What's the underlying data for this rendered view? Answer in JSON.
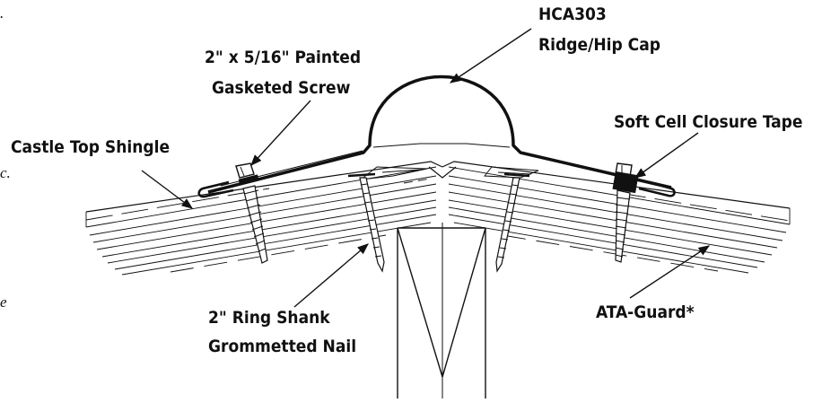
{
  "labels": {
    "cap_line1": "HCA303",
    "cap_line2": "Ridge/Hip Cap",
    "screw_line1": "2\" x 5/16\" Painted",
    "screw_line2": "Gasketed Screw",
    "closure_tape": "Soft Cell Closure Tape",
    "shingle": "Castle Top Shingle",
    "nail_line1": "2\" Ring Shank",
    "nail_line2": "Grommetted Nail",
    "underlayment": "ATA-Guard*"
  },
  "edge_fragments": {
    "top": ".",
    "middle": "c.",
    "bottom": "e"
  },
  "colors": {
    "line": "#111111",
    "background": "#ffffff"
  }
}
